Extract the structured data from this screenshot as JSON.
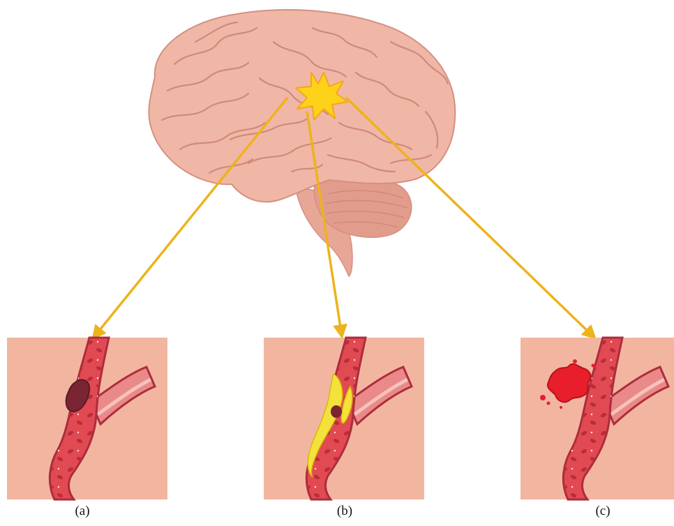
{
  "diagram": {
    "panels": [
      {
        "id": "a",
        "caption": "(a)"
      },
      {
        "id": "b",
        "caption": "(b)"
      },
      {
        "id": "c",
        "caption": "(c)"
      }
    ],
    "colors": {
      "brain": "#f0b7a6",
      "brain_outline": "#d58f80",
      "brain_fold": "#cf8a7c",
      "cerebellum": "#e29c8c",
      "brainstem": "#e8a796",
      "arrow": "#edb31b",
      "burst": "#ffd21a",
      "panel_bg": "#f2b6a0",
      "vessel_wall": "#ad2c3d",
      "blood": "#e14a52",
      "blood_cell": "#b82d38",
      "clot": "#7a2534",
      "plaque": "#f4e23c",
      "hemorrhage": "#e81e2a"
    }
  }
}
